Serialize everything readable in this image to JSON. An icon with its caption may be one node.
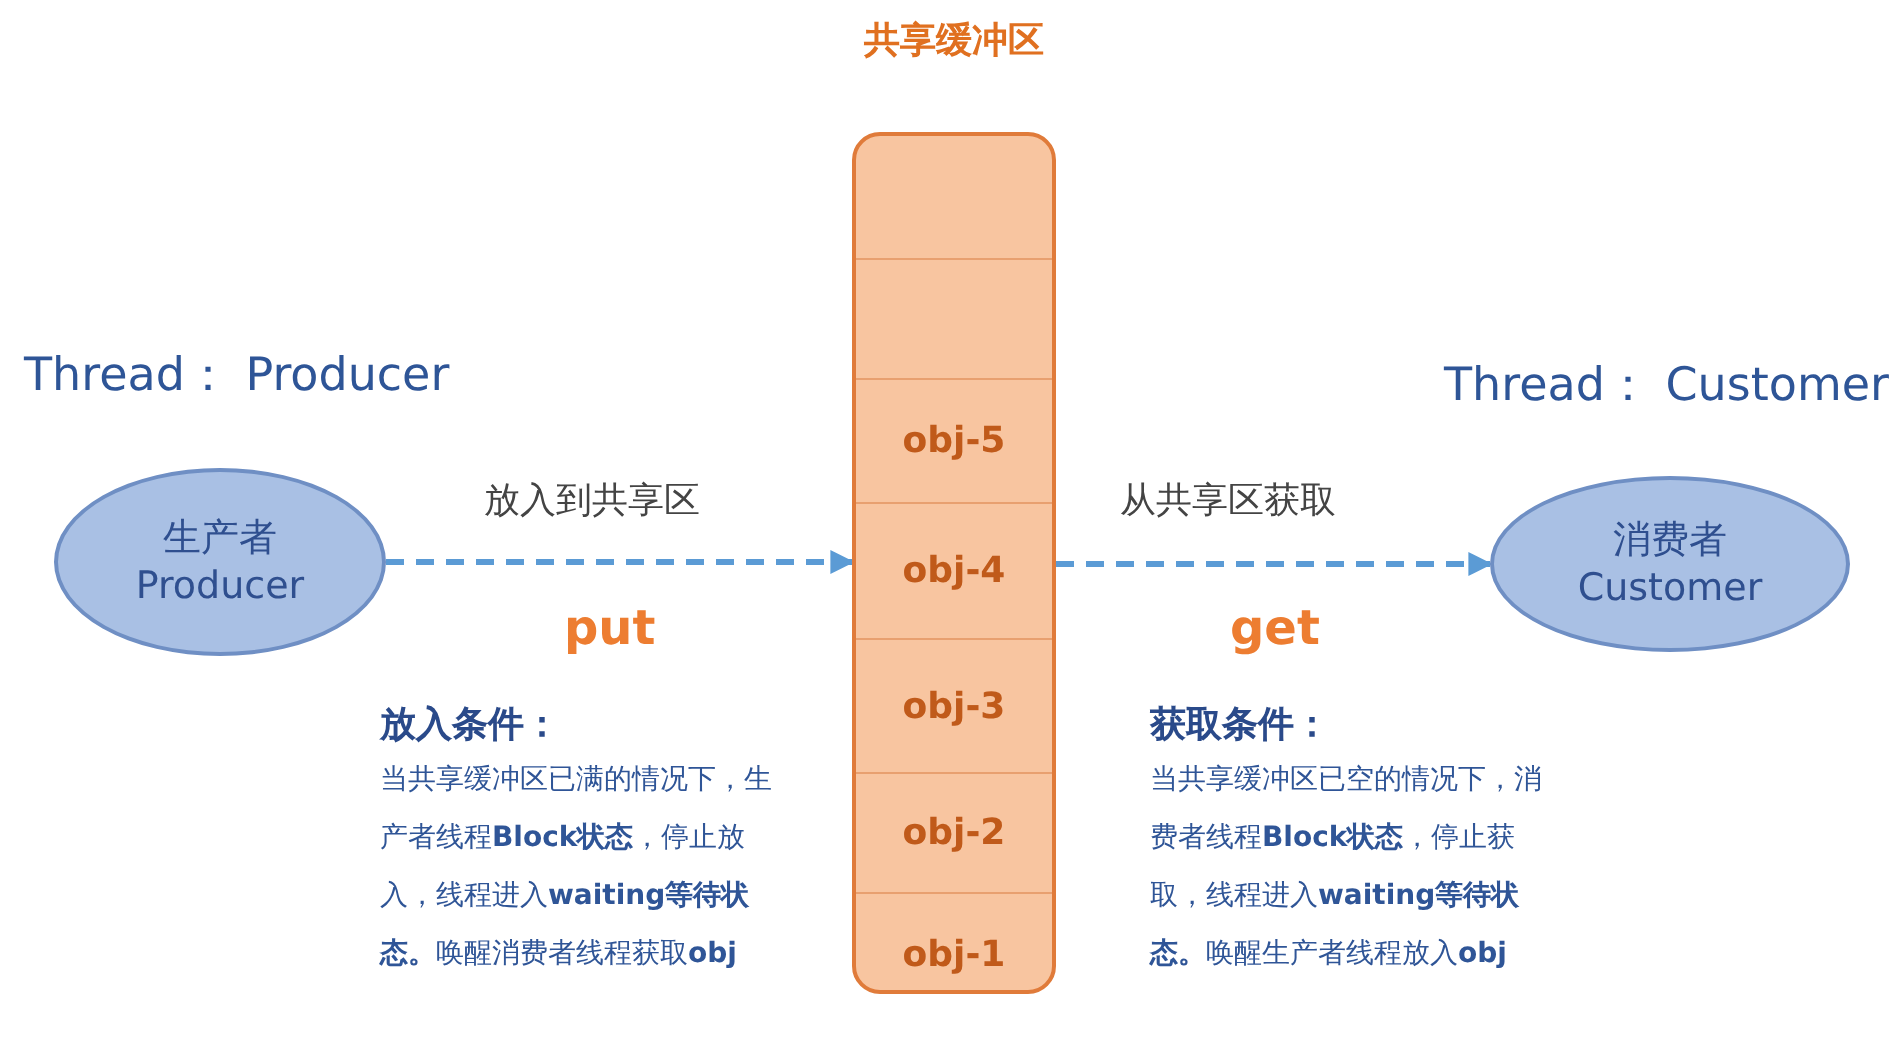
{
  "diagram": {
    "nodes": [
      {
        "text": [
          "生产者 Producer"
        ],
        "beside": [
          "Thread： Producer"
        ]
      },
      {
        "text": [
          "共享缓冲区"
        ]
      },
      {
        "text": [],
        "shape": "box",
        "in": 1
      },
      {
        "text": [],
        "shape": "box",
        "in": 1
      },
      {
        "text": [
          "obj-5"
        ],
        "in": 1
      },
      {
        "text": [
          "obj-4"
        ],
        "in": 1
      },
      {
        "text": [
          "obj-3"
        ],
        "in": 1
      },
      {
        "text": [
          "obj-2"
        ],
        "in": 1
      },
      {
        "text": [
          "obj-1"
        ],
        "in": 1
      },
      {
        "text": [
          "消费者 Customer"
        ],
        "beside": [
          "Thread： Customer"
        ]
      }
    ],
    "edges": [
      {
        "from": 0,
        "to": 1,
        "arrow": "to",
        "label": "放入到共享区",
        "style": "dashed"
      },
      {
        "from": 1,
        "to": 9,
        "arrow": "to",
        "label": "从共享区获取",
        "style": "dashed"
      }
    ],
    "labels": [
      "put",
      "get",
      "放入条件：",
      "当共享缓冲区已满的情况下，生产者线程**Block状态**，停止放入，线程进入**waiting等待状态。**唤醒消费者线程获取**obj**",
      "获取条件：",
      "当共享缓冲区已空的情况下，消费者线程**Block状态**，停止获取，线程进入**waiting等待状态。**唤醒生产者线程放入**obj**"
    ]
  }
}
